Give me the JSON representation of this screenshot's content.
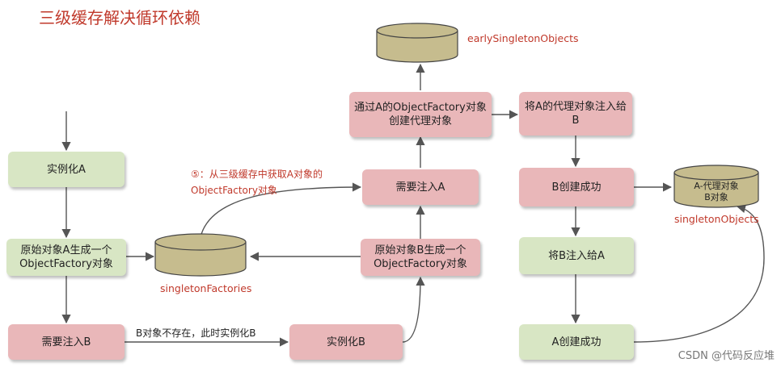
{
  "title": "三级缓存解决循环依赖",
  "nodes": {
    "instantiate_a": "实例化A",
    "raw_a_factory": "原始对象A生成一个ObjectFactory对象",
    "need_inject_b": "需要注入B",
    "instantiate_b": "实例化B",
    "raw_b_factory": "原始对象B生成一个ObjectFactory对象",
    "need_inject_a": "需要注入A",
    "create_proxy": "通过A的ObjectFactory对象创建代理对象",
    "inject_proxy_b": "将A的代理对象注入给B",
    "b_created": "B创建成功",
    "inject_b_into_a": "将B注入给A",
    "a_created": "A创建成功"
  },
  "caches": {
    "early": "earlySingletonObjects",
    "factories": "singletonFactories",
    "singletons": "singletonObjects",
    "singletons_content_1": "A-代理对象",
    "singletons_content_2": "B对象"
  },
  "annotations": {
    "step5_line1": "⑤：从三级缓存中获取A对象的",
    "step5_line2": "ObjectFactory对象",
    "b_not_exist": "B对象不存在，此时实例化B"
  },
  "watermark": "CSDN @代码反应堆",
  "colors": {
    "green": "#d8e6c4",
    "pink": "#e9b7b9",
    "db": "#c6bc8e",
    "accent": "#c0392b"
  }
}
